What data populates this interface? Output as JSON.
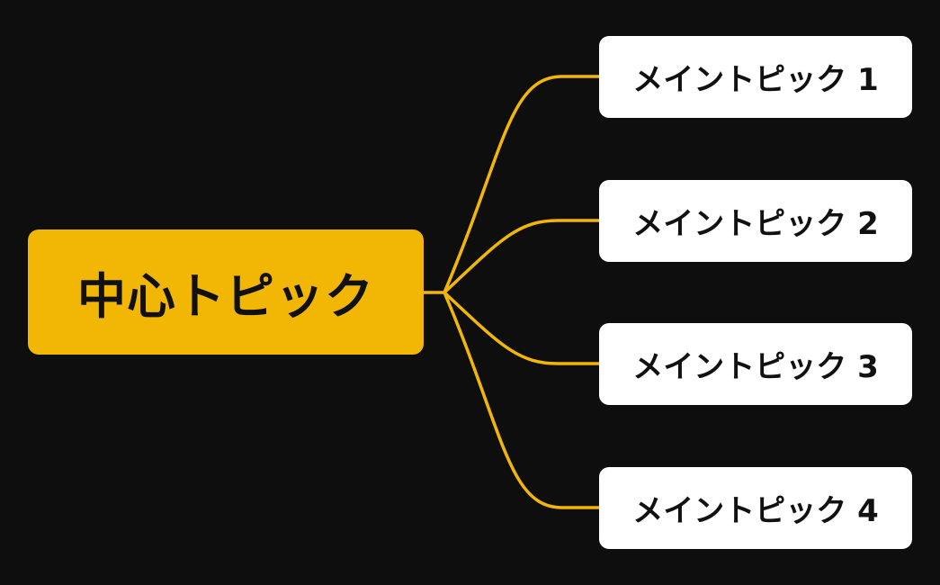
{
  "diagram": {
    "central_topic": "中心トピック",
    "main_topics": [
      "メイントピック 1",
      "メイントピック 2",
      "メイントピック 3",
      "メイントピック 4"
    ]
  },
  "colors": {
    "background": "#0e0e0e",
    "central_fill": "#f2b705",
    "topic_fill": "#ffffff",
    "connector": "#f2b705",
    "text": "#111111"
  }
}
